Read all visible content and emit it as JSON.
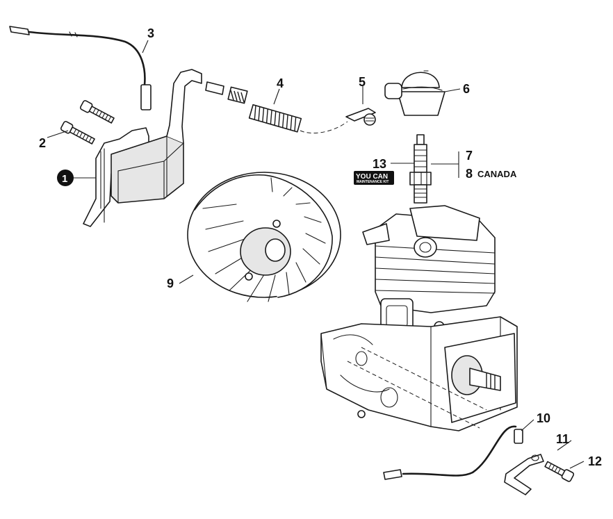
{
  "callouts": {
    "c1": "1",
    "c2": "2",
    "c3": "3",
    "c4": "4",
    "c5": "5",
    "c6": "6",
    "c7": "7",
    "c8": "8",
    "c8_note": "CANADA",
    "c9": "9",
    "c10": "10",
    "c11": "11",
    "c12": "12",
    "c13": "13"
  },
  "kit_badge": {
    "line1": "YOU CAN",
    "line2": "MAINTENANCE KIT"
  },
  "colors": {
    "ink": "#1a1a1a",
    "badge": "#111111",
    "background": "#ffffff"
  }
}
